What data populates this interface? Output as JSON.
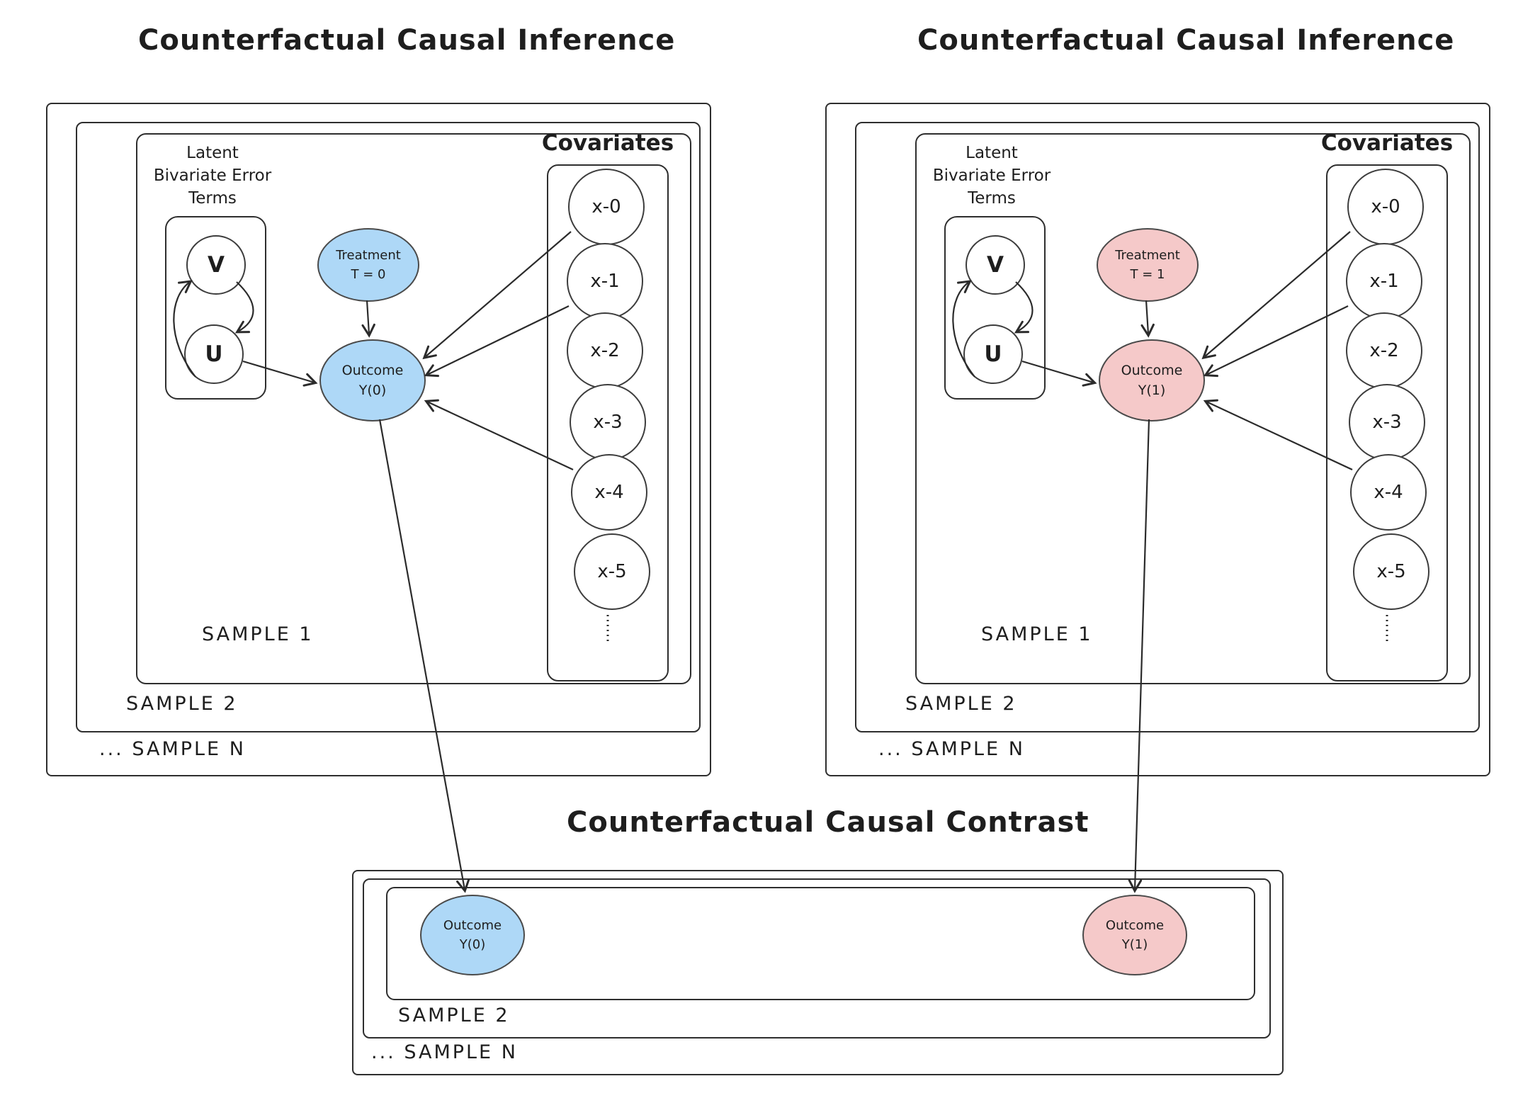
{
  "diagram": {
    "colors": {
      "control_fill": "#aed8f7",
      "treated_fill": "#f5c9c9",
      "stroke": "#2b2b2b"
    },
    "left_panel": {
      "title": "Counterfactual Causal Inference",
      "latent_label": "Latent\nBivariate Error\nTerms",
      "error_terms": {
        "v": "V",
        "u": "U"
      },
      "treatment": "Treatment\nT = 0",
      "outcome": "Outcome\nY(0)",
      "covariates_title": "Covariates",
      "covariates": [
        "x-0",
        "x-1",
        "x-2",
        "x-3",
        "x-4",
        "x-5"
      ],
      "samples": {
        "sample1": "SAMPLE 1",
        "sample2": "SAMPLE 2",
        "sampleN": "... SAMPLE N"
      }
    },
    "right_panel": {
      "title": "Counterfactual Causal Inference",
      "latent_label": "Latent\nBivariate Error\nTerms",
      "error_terms": {
        "v": "V",
        "u": "U"
      },
      "treatment": "Treatment\nT = 1",
      "outcome": "Outcome\nY(1)",
      "covariates_title": "Covariates",
      "covariates": [
        "x-0",
        "x-1",
        "x-2",
        "x-3",
        "x-4",
        "x-5"
      ],
      "samples": {
        "sample1": "SAMPLE 1",
        "sample2": "SAMPLE 2",
        "sampleN": "... SAMPLE N"
      }
    },
    "contrast_panel": {
      "title": "Counterfactual Causal Contrast",
      "outcome_control": "Outcome\nY(0)",
      "outcome_treated": "Outcome\nY(1)",
      "samples": {
        "sample2": "SAMPLE 2",
        "sampleN": "... SAMPLE N"
      }
    }
  }
}
